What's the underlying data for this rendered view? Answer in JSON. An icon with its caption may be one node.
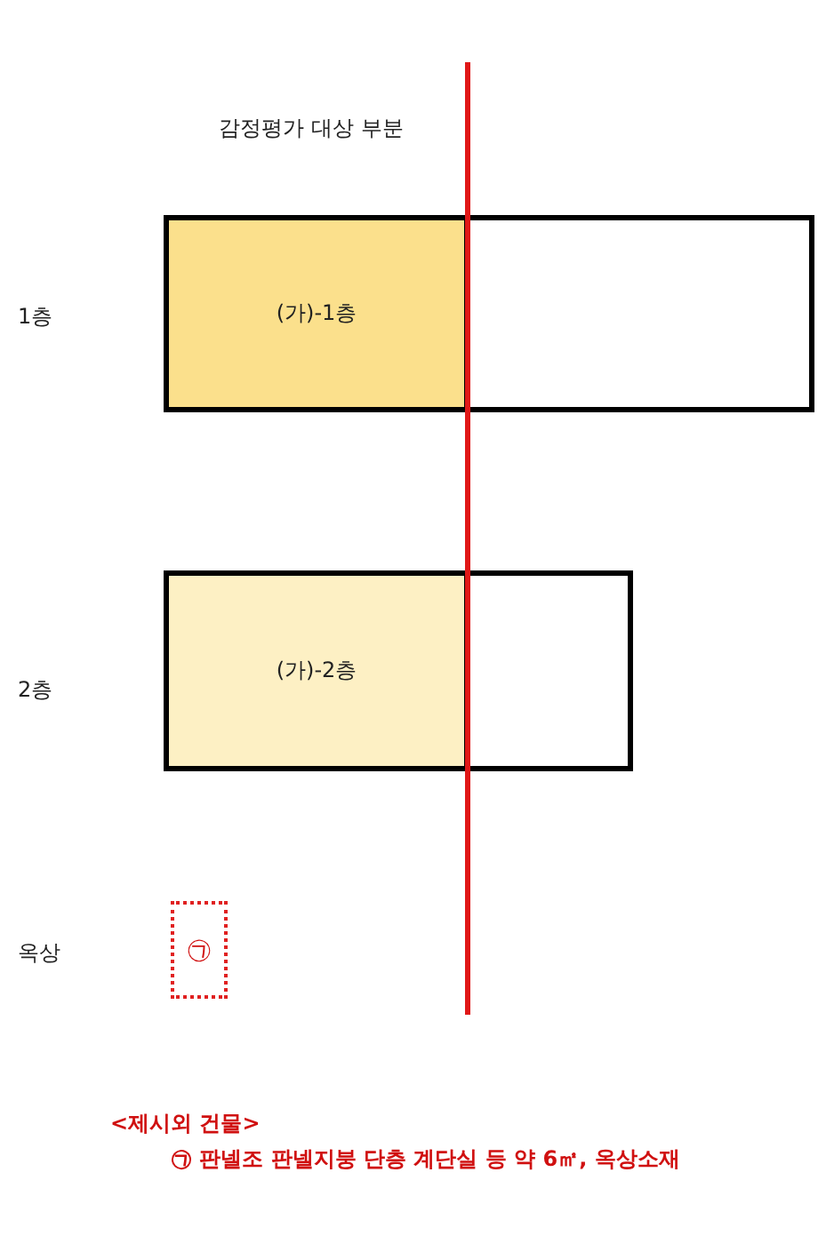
{
  "diagram": {
    "title": "감정평가 대상 부분",
    "nodes": [
      {
        "text": [
          "(가)-1층"
        ]
      },
      {
        "text": [],
        "shape": "box"
      },
      {
        "text": [
          "(가)-2층"
        ]
      },
      {
        "text": [],
        "shape": "box"
      },
      {
        "text": [
          "㉠"
        ]
      }
    ],
    "labels": [
      "1층",
      "2층",
      "옥상",
      "<제시외 건물>",
      "㉠ 판넬조 판넬지붕 단층 계단실 등 약 6㎡, 옥상소재"
    ]
  }
}
